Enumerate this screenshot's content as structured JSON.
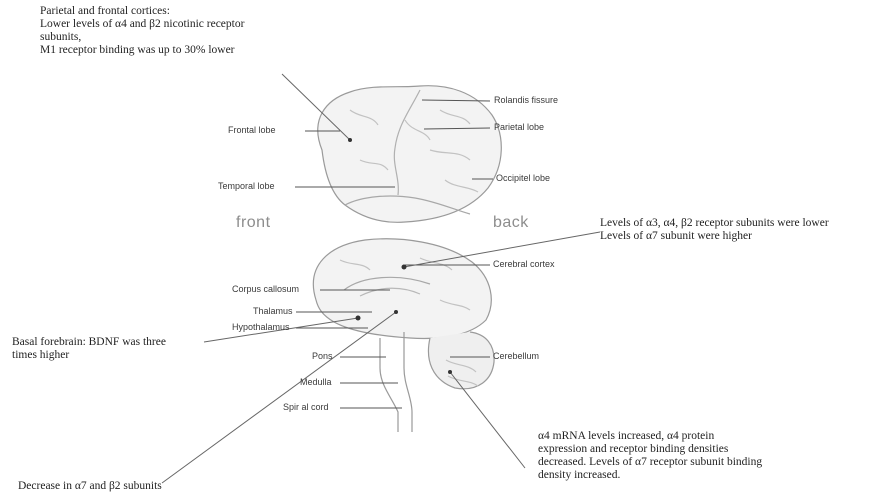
{
  "annotations": {
    "cortices": {
      "lines": [
        "Parietal and frontal cortices:",
        "Lower levels of α4 and β2 nicotinic receptor",
        "subunits,",
        "M1 receptor binding was up to 30% lower"
      ]
    },
    "cerebral_cortex": {
      "lines": [
        "Levels of α3, α4, β2 receptor subunits were lower",
        "Levels of α7 subunit were higher"
      ]
    },
    "basal_forebrain": {
      "lines": [
        "Basal forebrain: BDNF was three",
        "times higher"
      ]
    },
    "cerebellum": {
      "lines": [
        "α4 mRNA levels increased, α4 protein",
        "expression and receptor binding densities",
        "decreased. Levels of α7 receptor subunit binding",
        "density increased."
      ]
    },
    "spinal": {
      "lines": [
        "Decrease in α7 and β2 subunits"
      ]
    }
  },
  "lateral_labels": {
    "rolandic": "Rolandis fissure",
    "parietal": "Parietal lobe",
    "frontal": "Frontal lobe",
    "occipital": "Occipitel lobe",
    "temporal": "Temporal lobe"
  },
  "directions": {
    "front": "front",
    "back": "back"
  },
  "sagittal_labels": {
    "cerebral_cortex": "Cerebral cortex",
    "corpus_callosum": "Corpus callosum",
    "thalamus": "Thalamus",
    "hypothalamus": "Hypothalamus",
    "pons": "Pons",
    "cerebellum": "Cerebellum",
    "medulla": "Medulla",
    "spinal_cord": "Spir al cord"
  }
}
